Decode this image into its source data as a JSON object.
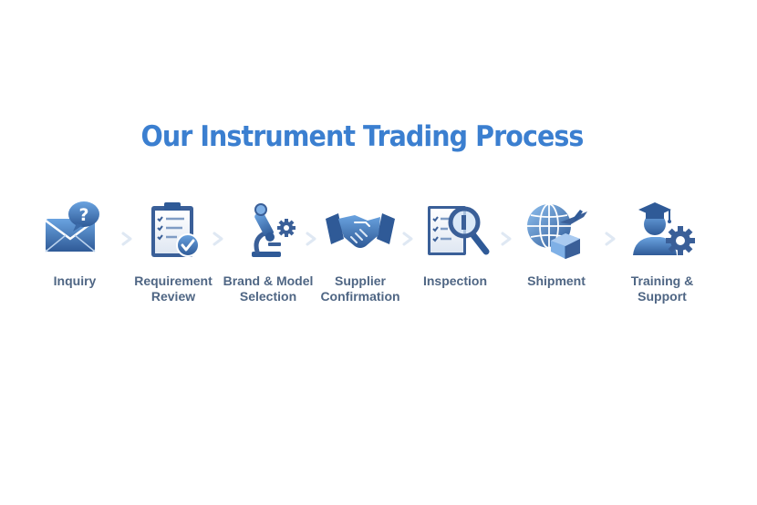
{
  "title": "Our Instrument Trading Process",
  "steps": [
    {
      "label": "Inquiry",
      "icon": "envelope-question-icon"
    },
    {
      "label": "Requirement\nReview",
      "icon": "clipboard-check-icon"
    },
    {
      "label": "Brand & Model\nSelection",
      "icon": "microscope-gear-icon"
    },
    {
      "label": "Supplier\nConfirmation",
      "icon": "handshake-icon"
    },
    {
      "label": "Inspection",
      "icon": "document-magnifier-icon"
    },
    {
      "label": "Shipment",
      "icon": "globe-plane-box-icon"
    },
    {
      "label": "Training &\nSupport",
      "icon": "graduate-gear-icon"
    }
  ],
  "colors": {
    "title": "#3b7fd0",
    "label": "#4f6684",
    "icon_dark": "#3a5f98",
    "icon_light": "#7fb0e6",
    "arrow": "#dfe8f3"
  }
}
